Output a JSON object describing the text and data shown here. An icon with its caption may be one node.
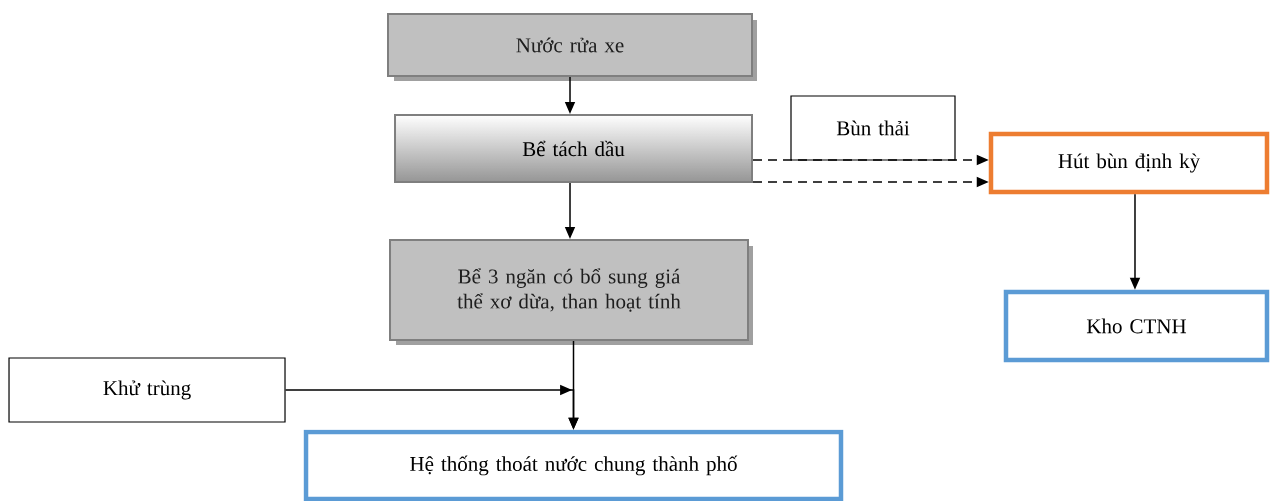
{
  "diagram": {
    "nodes": [
      {
        "text": [
          "Nước rửa xe"
        ]
      },
      {
        "text": [
          "Bể tách dầu"
        ]
      },
      {
        "text": [
          "Bể 3 ngăn có bổ sung giá thể xơ dừa, than hoạt tính"
        ]
      },
      {
        "text": [
          "Bùn thải"
        ]
      },
      {
        "text": [
          "Hút bùn định kỳ"
        ]
      },
      {
        "text": [
          "Kho CTNH"
        ]
      },
      {
        "text": [
          "Khử trùng"
        ]
      },
      {
        "text": [
          "Hệ thống thoát nước chung thành phố"
        ]
      }
    ],
    "edges": [
      {
        "from": 0,
        "to": 1,
        "arrow": "to"
      },
      {
        "from": 1,
        "to": 2,
        "arrow": "to"
      },
      {
        "from": 1,
        "to": 4,
        "arrow": "to",
        "style": "dashed"
      },
      {
        "from": 1,
        "to": 4,
        "arrow": "to",
        "style": "dashed"
      },
      {
        "from": 4,
        "to": 5,
        "arrow": "to"
      },
      {
        "from": 2,
        "to": 7,
        "arrow": "to"
      },
      {
        "from": 6,
        "to": 7,
        "arrow": "to"
      }
    ]
  }
}
